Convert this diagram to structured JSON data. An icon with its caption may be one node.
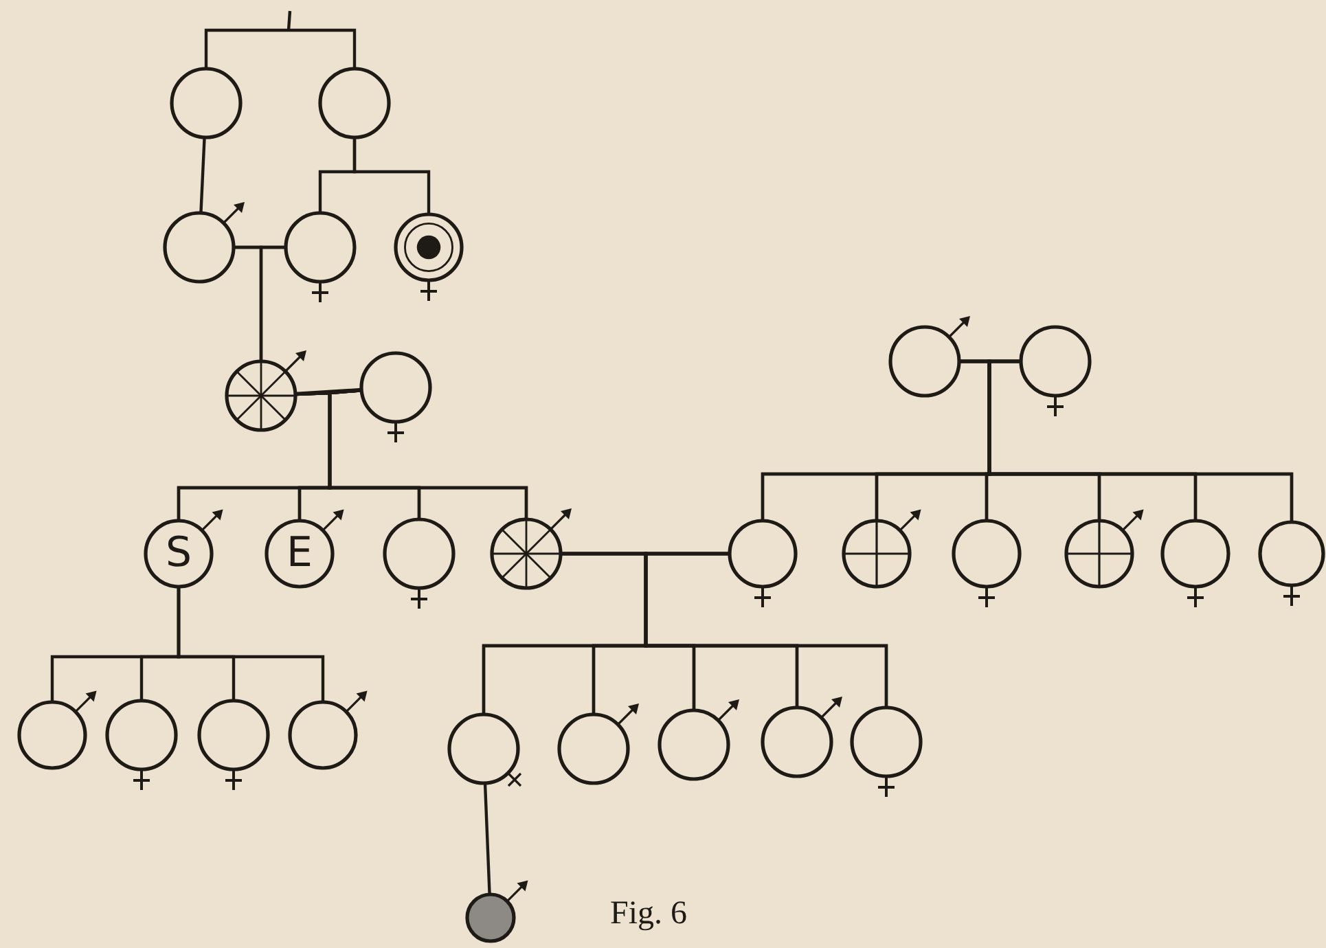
{
  "diagram": {
    "caption": "Fig. 6",
    "nodes": [
      {
        "text": [],
        "shape": "circle"
      },
      {
        "text": [],
        "shape": "circle"
      },
      {
        "text": [],
        "shape": "circle"
      },
      {
        "text": [],
        "shape": "circle"
      },
      {
        "text": [],
        "shape": "circle"
      },
      {
        "text": [],
        "shape": "circle"
      },
      {
        "text": [],
        "shape": "circle"
      },
      {
        "text": [],
        "shape": "circle"
      },
      {
        "text": [],
        "shape": "circle"
      },
      {
        "text": [
          "S"
        ]
      },
      {
        "text": [
          "E"
        ]
      },
      {
        "text": [],
        "shape": "circle"
      },
      {
        "text": [],
        "shape": "circle"
      },
      {
        "text": [],
        "shape": "circle"
      },
      {
        "text": [],
        "shape": "circle"
      },
      {
        "text": [],
        "shape": "circle"
      },
      {
        "text": [],
        "shape": "circle"
      },
      {
        "text": [],
        "shape": "circle"
      },
      {
        "text": [],
        "shape": "circle"
      },
      {
        "text": [],
        "shape": "circle"
      },
      {
        "text": [],
        "shape": "circle"
      },
      {
        "text": [],
        "shape": "circle"
      },
      {
        "text": [],
        "shape": "circle"
      },
      {
        "text": [],
        "shape": "circle"
      },
      {
        "text": [],
        "shape": "circle"
      },
      {
        "text": [],
        "shape": "circle"
      },
      {
        "text": [],
        "shape": "circle"
      },
      {
        "text": [],
        "shape": "circle"
      },
      {
        "text": [],
        "shape": "circle"
      }
    ],
    "edges": [
      {
        "from": 0,
        "to": 1,
        "arrow": "none"
      },
      {
        "from": 0,
        "to": 2,
        "arrow": "none"
      },
      {
        "from": 1,
        "to": 3,
        "arrow": "none"
      },
      {
        "from": 1,
        "to": 4,
        "arrow": "none"
      },
      {
        "from": 2,
        "to": 3,
        "arrow": "none"
      },
      {
        "from": 2,
        "to": 5,
        "arrow": "none"
      },
      {
        "from": 3,
        "to": 5,
        "arrow": "none"
      },
      {
        "from": 5,
        "to": 6,
        "arrow": "none"
      },
      {
        "from": 5,
        "to": 9,
        "arrow": "none"
      },
      {
        "from": 5,
        "to": 10,
        "arrow": "none"
      },
      {
        "from": 5,
        "to": 11,
        "arrow": "none"
      },
      {
        "from": 5,
        "to": 12,
        "arrow": "none"
      },
      {
        "from": 6,
        "to": 9,
        "arrow": "none"
      },
      {
        "from": 6,
        "to": 10,
        "arrow": "none"
      },
      {
        "from": 6,
        "to": 11,
        "arrow": "none"
      },
      {
        "from": 6,
        "to": 12,
        "arrow": "none"
      },
      {
        "from": 7,
        "to": 8,
        "arrow": "none"
      },
      {
        "from": 7,
        "to": 13,
        "arrow": "none"
      },
      {
        "from": 7,
        "to": 14,
        "arrow": "none"
      },
      {
        "from": 7,
        "to": 15,
        "arrow": "none"
      },
      {
        "from": 7,
        "to": 16,
        "arrow": "none"
      },
      {
        "from": 7,
        "to": 17,
        "arrow": "none"
      },
      {
        "from": 7,
        "to": 18,
        "arrow": "none"
      },
      {
        "from": 8,
        "to": 13,
        "arrow": "none"
      },
      {
        "from": 8,
        "to": 14,
        "arrow": "none"
      },
      {
        "from": 8,
        "to": 15,
        "arrow": "none"
      },
      {
        "from": 8,
        "to": 16,
        "arrow": "none"
      },
      {
        "from": 8,
        "to": 17,
        "arrow": "none"
      },
      {
        "from": 8,
        "to": 18,
        "arrow": "none"
      },
      {
        "from": 12,
        "to": 13,
        "arrow": "none"
      },
      {
        "from": 12,
        "to": 23,
        "arrow": "none"
      },
      {
        "from": 12,
        "to": 24,
        "arrow": "none"
      },
      {
        "from": 12,
        "to": 25,
        "arrow": "none"
      },
      {
        "from": 12,
        "to": 26,
        "arrow": "none"
      },
      {
        "from": 12,
        "to": 27,
        "arrow": "none"
      },
      {
        "from": 13,
        "to": 23,
        "arrow": "none"
      },
      {
        "from": 13,
        "to": 24,
        "arrow": "none"
      },
      {
        "from": 13,
        "to": 25,
        "arrow": "none"
      },
      {
        "from": 13,
        "to": 26,
        "arrow": "none"
      },
      {
        "from": 13,
        "to": 27,
        "arrow": "none"
      },
      {
        "from": 9,
        "to": 19,
        "arrow": "none"
      },
      {
        "from": 9,
        "to": 20,
        "arrow": "none"
      },
      {
        "from": 9,
        "to": 21,
        "arrow": "none"
      },
      {
        "from": 9,
        "to": 22,
        "arrow": "none"
      },
      {
        "from": 23,
        "to": 28,
        "arrow": "none"
      }
    ]
  }
}
